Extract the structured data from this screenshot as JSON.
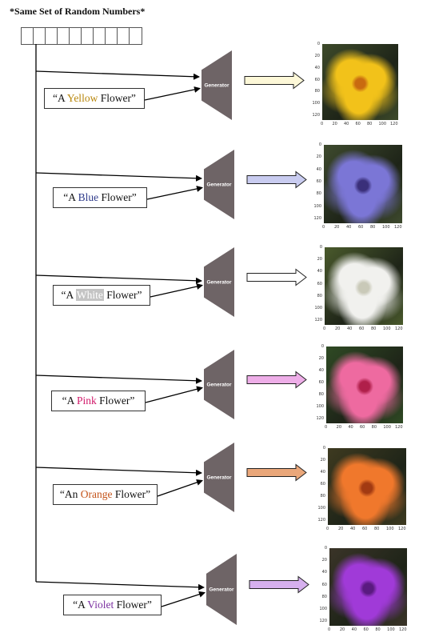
{
  "header": {
    "title": "*Same Set of Random Numbers*"
  },
  "noise_vector": {
    "cells": 10
  },
  "generator_label": "Generator",
  "rows": [
    {
      "pre": "“A ",
      "color_word": "Yellow",
      "post": " Flower”",
      "word_color": "#b8860b",
      "arrow_fill": "#fdf8d8",
      "flower": {
        "petal": "#f2c21a",
        "center": "#c96a10",
        "bg": "#3d4a2a"
      }
    },
    {
      "pre": "“A ",
      "color_word": "Blue",
      "post": " Flower”",
      "word_color": "#2e3a8a",
      "arrow_fill": "#c9ccf0",
      "flower": {
        "petal": "#7b76d6",
        "center": "#3a2f7a",
        "bg": "#3e4a2e"
      }
    },
    {
      "pre": "“A ",
      "color_word": "White",
      "post": " Flower”",
      "word_color": "#ffffff",
      "word_bg": "#c4c4c4",
      "arrow_fill": "#ffffff",
      "flower": {
        "petal": "#f1f1ee",
        "center": "#c9c9b8",
        "bg": "#4a5a2c"
      }
    },
    {
      "pre": "“A ",
      "color_word": "Pink",
      "post": " Flower”",
      "word_color": "#d1196a",
      "arrow_fill": "#eeaee8",
      "flower": {
        "petal": "#ee6aa0",
        "center": "#b01f4a",
        "bg": "#2f4a24"
      }
    },
    {
      "pre": "“An ",
      "color_word": "Orange",
      "post": " Flower”",
      "word_color": "#c4541a",
      "arrow_fill": "#eaa77a",
      "flower": {
        "petal": "#f0782c",
        "center": "#a23a12",
        "bg": "#3e3a20"
      }
    },
    {
      "pre": "“A ",
      "color_word": "Violet",
      "post": " Flower”",
      "word_color": "#7a2fa0",
      "arrow_fill": "#d6b0ee",
      "flower": {
        "petal": "#a03ad8",
        "center": "#5a1a80",
        "bg": "#3a3428"
      }
    }
  ],
  "axis_ticks": {
    "y": [
      "0",
      "20",
      "40",
      "60",
      "80",
      "100",
      "120"
    ],
    "x": [
      "0",
      "20",
      "40",
      "60",
      "80",
      "100",
      "120"
    ]
  }
}
